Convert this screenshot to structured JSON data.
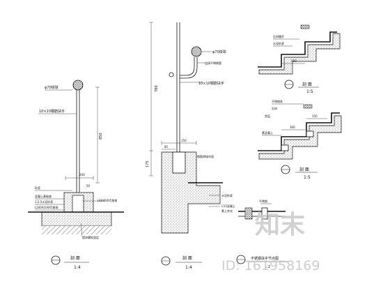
{
  "left_detail": {
    "ball_label": "φ70铁球",
    "rail_label": "10×10钢筋扶手",
    "dim_vertical": "850",
    "dim_base": "200",
    "dim_base_right": "50",
    "callouts": [
      "砂浆",
      "混凝土基础座",
      "1:2.5水泥砂浆",
      "L100X100X5角钢"
    ],
    "plate_label": "L60X60X5角铁",
    "bottom_label": "镀锌螺栓固定",
    "section_title": "剖 面",
    "section_scale": "1:4"
  },
  "middle_detail": {
    "ball_label": "φ70铁球",
    "arm_label": "连接不锈钢管",
    "rail_label": "10×10钢筋扶手",
    "dim_upper": "780",
    "dim_lower": "175",
    "dim_top_width": "150",
    "dim_inner": "85",
    "note": "钢筋焊接牢固",
    "labels_right": [
      "水泥砂浆",
      "C15混凝土",
      "素土夯实"
    ],
    "section_title": "剖 面",
    "section_scale": "1:4"
  },
  "right_top": {
    "label_1": "石材踏步",
    "label_2": "水泥砂浆",
    "dim": "300",
    "section_title": "剖 面",
    "section_scale": "1:5"
  },
  "right_mid": {
    "label_1": "不锈钢条",
    "label_2": "石材",
    "label_3": "垫层",
    "label_4": "素混凝土",
    "dim_1": "300",
    "dim_2": "150",
    "section_title": "剖 面",
    "section_scale": "1:5"
  },
  "right_bottom": {
    "label_1": "不锈钢",
    "caption": "不锈钢扶手节点图",
    "scale": "1:2"
  },
  "watermark": {
    "logo_text": "知末",
    "id_text": "ID: 161958169"
  }
}
